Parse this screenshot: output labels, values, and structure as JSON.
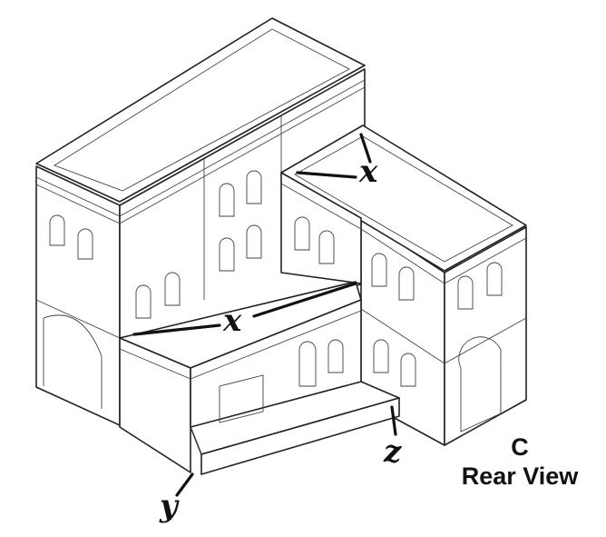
{
  "labels": {
    "x_upper": "x",
    "x_lower": "x",
    "y": "y",
    "z": "z"
  },
  "caption": {
    "letter": "C",
    "title": "Rear View"
  },
  "colors": {
    "line": "#222222",
    "background": "#ffffff"
  }
}
